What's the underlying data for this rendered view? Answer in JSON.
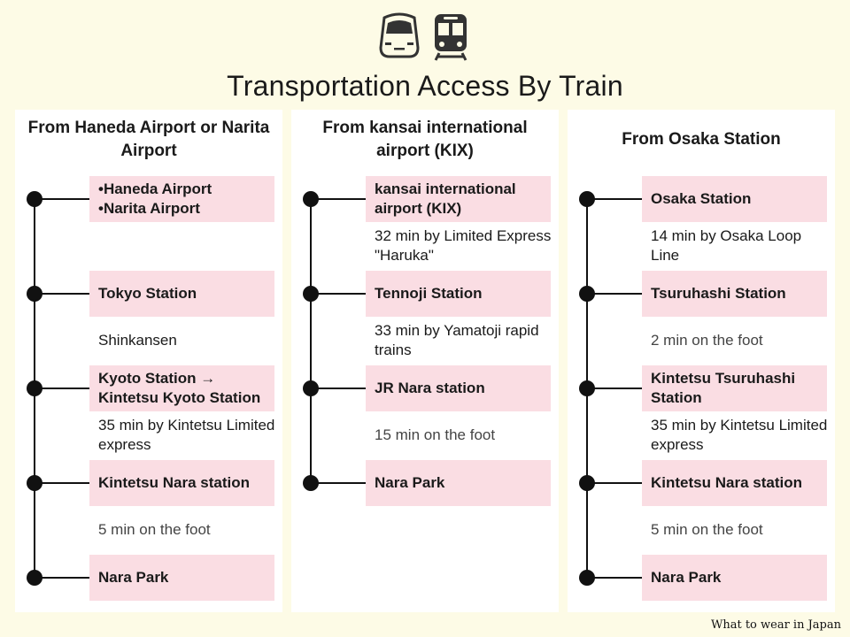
{
  "title": "Transportation Access By Train",
  "icons": [
    "shinkansen-icon",
    "train-icon"
  ],
  "colors": {
    "background": "#fdfbe6",
    "station_box": "#fadde3",
    "panel": "#ffffff",
    "line": "#111111"
  },
  "routes": [
    {
      "heading": "From Haneda Airport or Narita Airport",
      "stations": [
        {
          "lines": [
            "•Haneda Airport",
            "•Narita Airport"
          ]
        },
        {
          "lines": [
            "Tokyo Station"
          ]
        },
        {
          "lines": [
            "Kyoto Station →",
            "Kintetsu Kyoto Station"
          ]
        },
        {
          "lines": [
            "Kintetsu Nara station"
          ]
        },
        {
          "lines": [
            "Nara Park"
          ]
        }
      ],
      "segments": [
        "",
        "Shinkansen",
        "35 min by Kintetsu Limited express",
        "5 min on the foot"
      ]
    },
    {
      "heading": "From kansai international airport (KIX)",
      "stations": [
        {
          "lines": [
            "kansai international",
            "airport (KIX)"
          ]
        },
        {
          "lines": [
            "Tennoji Station"
          ]
        },
        {
          "lines": [
            "JR Nara station"
          ]
        },
        {
          "lines": [
            "Nara Park"
          ]
        }
      ],
      "segments": [
        "32 min by Limited Express \"Haruka\"",
        "33 min by Yamatoji rapid trains",
        "15 min on the foot"
      ]
    },
    {
      "heading": "From Osaka Station",
      "stations": [
        {
          "lines": [
            "Osaka Station"
          ]
        },
        {
          "lines": [
            "Tsuruhashi Station"
          ]
        },
        {
          "lines": [
            "Kintetsu Tsuruhashi",
            "Station"
          ]
        },
        {
          "lines": [
            "Kintetsu Nara station"
          ]
        },
        {
          "lines": [
            "Nara Park"
          ]
        }
      ],
      "segments": [
        "14 min by Osaka Loop Line",
        "2 min on the foot",
        "35 min by Kintetsu Limited express",
        "5 min on the foot"
      ]
    }
  ],
  "credit": "What to wear in Japan"
}
